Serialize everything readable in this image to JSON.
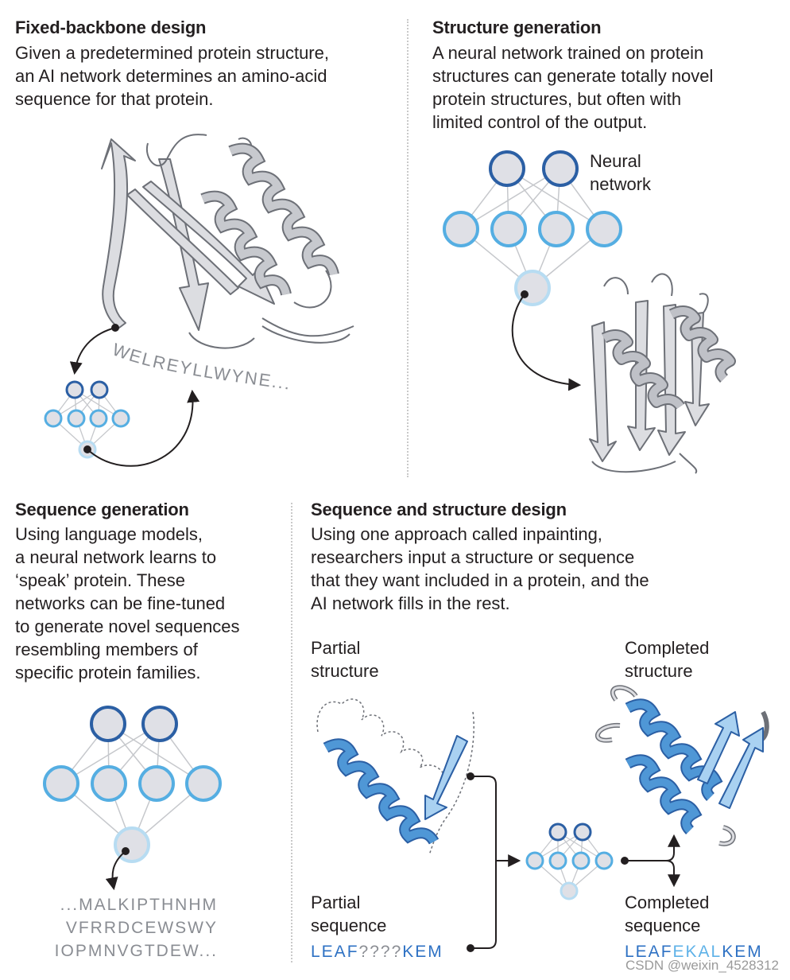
{
  "panels": {
    "fixed_backbone": {
      "title": "Fixed-backbone design",
      "body": "Given a predetermined protein structure,\nan AI network determines an amino-acid\nsequence for that protein.",
      "sequence": "WELREYLLWYNE..."
    },
    "structure_generation": {
      "title": "Structure generation",
      "body": "A neural network trained on protein\nstructures can generate totally novel\nprotein structures, but often with\nlimited control of the output.",
      "nn_label": "Neural\nnetwork"
    },
    "sequence_generation": {
      "title": "Sequence generation",
      "body": "Using language models,\na neural network learns to\n‘speak’ protein. These\nnetworks can be fine-tuned\nto generate novel sequences\nresembling members of\nspecific protein families.",
      "sequence": "...MALKIPTHNHM\nVFRRDCEWSWY\nIOPMNVGTDEW..."
    },
    "seq_struct_design": {
      "title": "Sequence and structure design",
      "body": "Using one approach called inpainting,\nresearchers input a structure or sequence\nthat they want included in a protein, and the\nAI network fills in the rest.",
      "partial_structure": "Partial\nstructure",
      "completed_structure": "Completed\nstructure",
      "partial_sequence": "Partial\nsequence",
      "completed_sequence": "Completed\nsequence",
      "partial_seq_known_start": "LEAF",
      "partial_seq_unknown": "????",
      "partial_seq_known_end": "KEM",
      "completed_seq_known_start": "LEAF",
      "completed_seq_filled": "EKAL",
      "completed_seq_known_end": "KEM"
    }
  },
  "watermark": "CSDN @weixin_4528312",
  "colors": {
    "node_dark_blue": "#2b5fa4",
    "node_light_blue": "#55aee2",
    "node_fill": "#dfe0e6",
    "helix_blue": "#4f97d6",
    "sheet_grey": "#dcdde1",
    "sequence_blue": "#2f72c4",
    "sequence_grey": "#8a8d93"
  }
}
